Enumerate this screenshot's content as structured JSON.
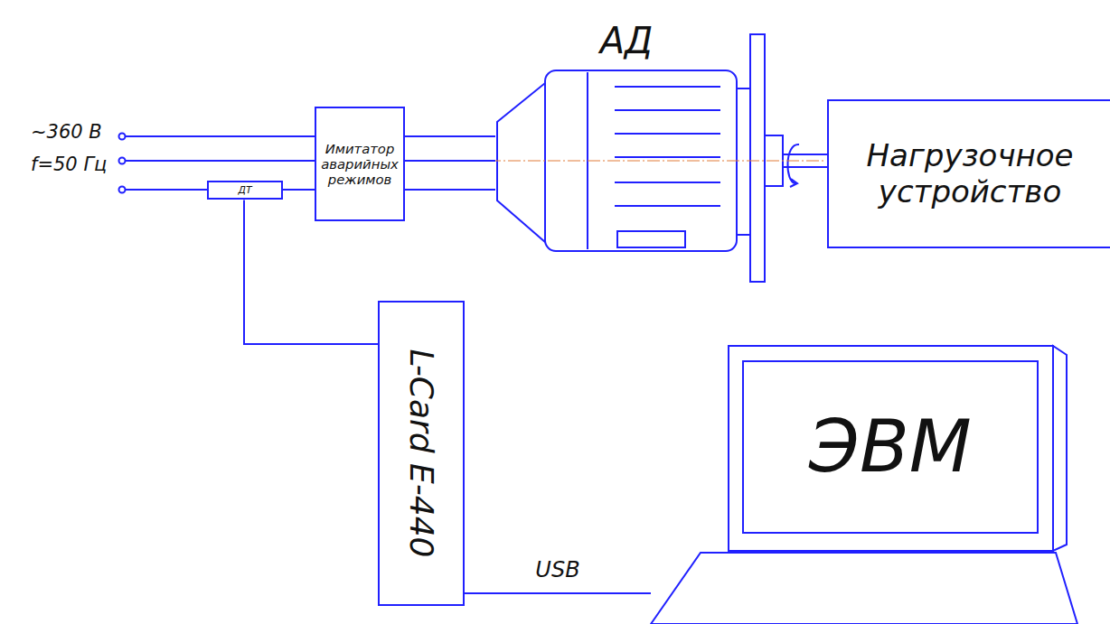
{
  "diagram": {
    "nodes": [
      {
        "text": [
          "Имитатор аварийных режимов"
        ]
      },
      {
        "text": [
          "АД"
        ]
      },
      {
        "text": [
          "Нагрузочное устройство"
        ]
      },
      {
        "text": [
          "ДТ"
        ]
      },
      {
        "text": [
          "L-Card E-440"
        ]
      },
      {
        "text": [
          "ЭВМ"
        ]
      }
    ],
    "edges": [
      {
        "from": 3,
        "to": 0,
        "arrow": "none"
      },
      {
        "from": 0,
        "to": 1,
        "arrow": "none"
      },
      {
        "from": 0,
        "to": 1,
        "arrow": "none"
      },
      {
        "from": 0,
        "to": 1,
        "arrow": "none"
      },
      {
        "from": 1,
        "to": 2,
        "arrow": "none"
      },
      {
        "from": 3,
        "to": 4,
        "arrow": "none"
      },
      {
        "from": 4,
        "to": 5,
        "label": "USB",
        "arrow": "none"
      }
    ],
    "labels": [
      "~360 В",
      "f=50 Гц"
    ]
  }
}
